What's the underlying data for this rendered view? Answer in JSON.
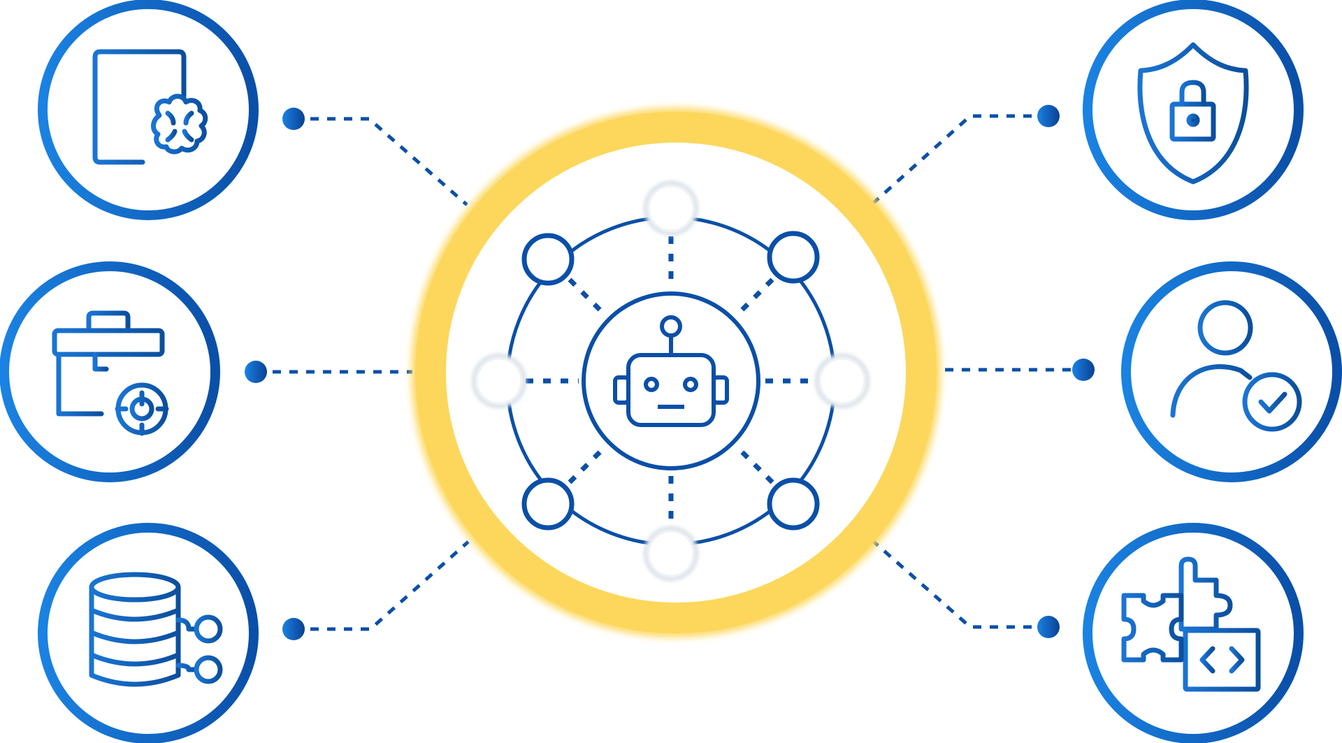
{
  "diagram": {
    "center": {
      "icon": "ai-agent-robot-network-icon"
    },
    "nodes": [
      {
        "id": "knowledge",
        "icon": "server-brain-icon"
      },
      {
        "id": "tools",
        "icon": "toolbox-gear-icon"
      },
      {
        "id": "data",
        "icon": "database-connector-icon"
      },
      {
        "id": "security",
        "icon": "shield-lock-icon"
      },
      {
        "id": "user",
        "icon": "user-check-icon"
      },
      {
        "id": "integration",
        "icon": "puzzle-code-icon"
      }
    ]
  },
  "colors": {
    "primary": "#0a4fa8",
    "secondary": "#1a82e2",
    "gold": "#fcd75c",
    "background": "#ffffff"
  }
}
